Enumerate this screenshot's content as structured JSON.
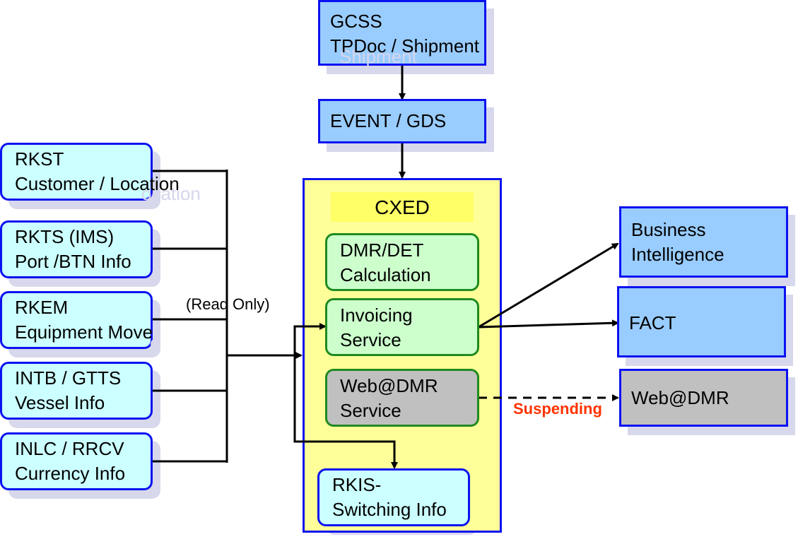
{
  "top": {
    "gcss": {
      "line1": "GCSS",
      "line2": "TPDoc / Shipment"
    },
    "event": {
      "label": "EVENT / GDS"
    }
  },
  "sources": [
    {
      "line1": "RKST",
      "line2": "Customer / Location"
    },
    {
      "line1": "RKTS (IMS)",
      "line2": "Port /BTN Info"
    },
    {
      "line1": "RKEM",
      "line2": "Equipment Move"
    },
    {
      "line1": "INTB / GTTS",
      "line2": "Vessel Info"
    },
    {
      "line1": "INLC / RRCV",
      "line2": "Currency Info"
    }
  ],
  "read_only_label": "(Read Only)",
  "cxed": {
    "title": "CXED",
    "services": [
      {
        "line1": "DMR/DET",
        "line2": "Calculation"
      },
      {
        "line1": "Invoicing",
        "line2": "Service"
      },
      {
        "line1": "Web@DMR",
        "line2": "Service"
      }
    ],
    "rkis": {
      "line1": "RKIS-",
      "line2": "Switching Info"
    }
  },
  "targets": {
    "bi": {
      "line1": "Business",
      "line2": "Intelligence"
    },
    "fact": {
      "label": "FACT"
    },
    "webdmr": {
      "label": "Web@DMR"
    }
  },
  "suspending_label": "Suspending",
  "colors": {
    "border_blue": "#0b12f0",
    "source_fill": "#ccffff",
    "target_fill": "#99ccff",
    "service_fill": "#ccffcc",
    "service_border": "#1f8a1f",
    "cxed_fill": "#ffff99",
    "cxed_title_fill": "#ffff66",
    "inactive_fill": "#c0c0c0",
    "suspending_text": "#ff3300"
  }
}
